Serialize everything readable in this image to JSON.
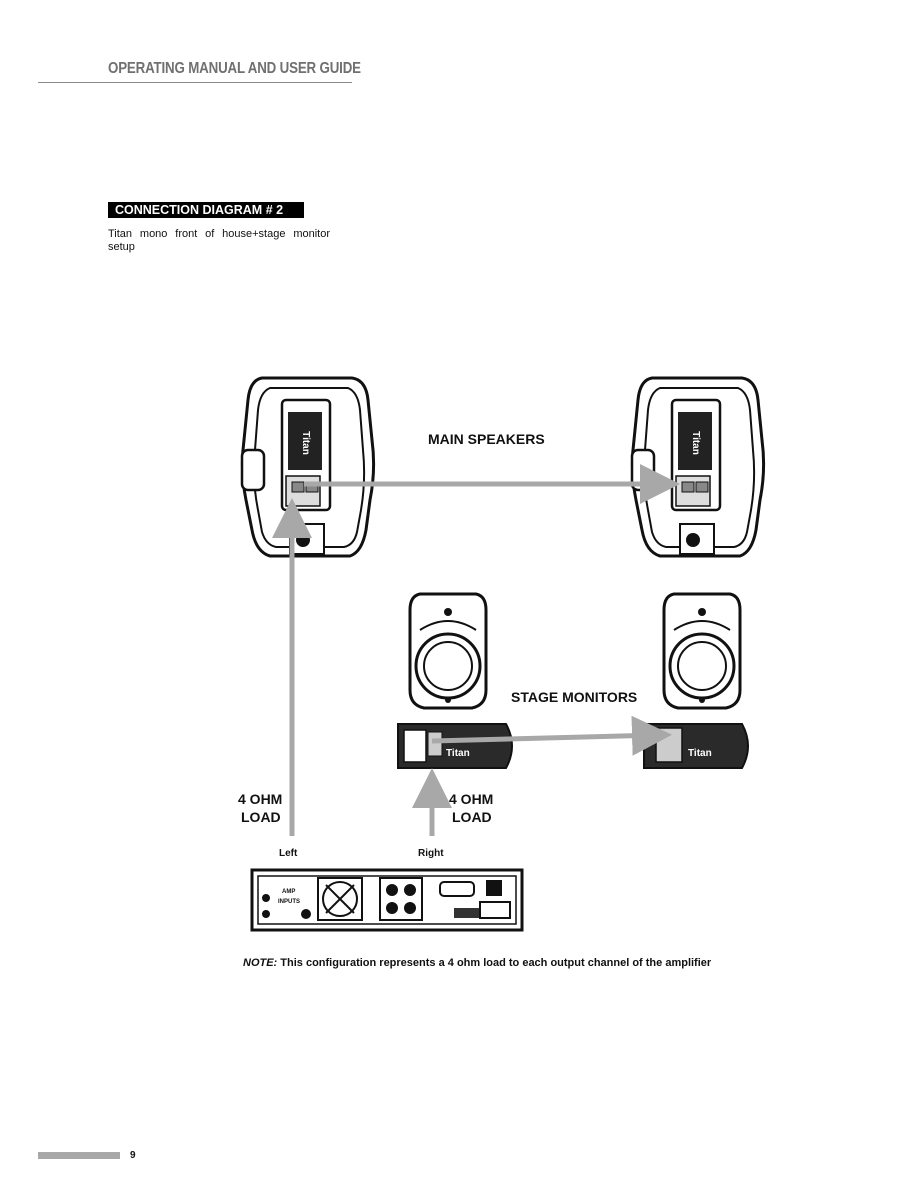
{
  "header": {
    "title": "OPERATING MANUAL AND USER GUIDE"
  },
  "section": {
    "label": "CONNECTION DIAGRAM # 2",
    "description": "Titan mono front of house+stage monitor setup"
  },
  "diagram": {
    "main_speakers_label": "MAIN SPEAKERS",
    "stage_monitors_label": "STAGE MONITORS",
    "load_left": [
      "4 OHM",
      "LOAD"
    ],
    "load_right": [
      "4 OHM",
      "LOAD"
    ],
    "channel_left": "Left",
    "channel_right": "Right",
    "speaker_brand": "Titan",
    "amp_input_label": [
      "AMP",
      "INPUTS"
    ],
    "cable_color": "#a8a8a8"
  },
  "note": {
    "label": "NOTE:",
    "text": " This configuration represents a 4 ohm load to each output channel of the amplifier"
  },
  "footer": {
    "page_number": "9"
  }
}
